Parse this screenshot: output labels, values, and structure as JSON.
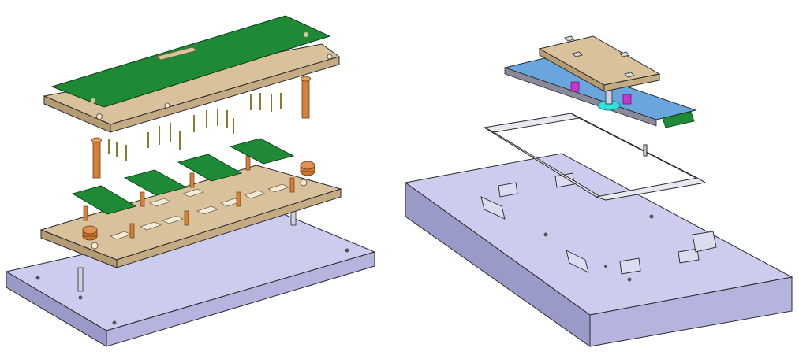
{
  "figure": {
    "left_assembly": {
      "parts": [
        "base-plate",
        "locating-pins",
        "spring-probe-plate",
        "green-probe-boards",
        "brass-bushings",
        "pogo-pins",
        "top-pressing-plate",
        "top-green-pcb",
        "guide-posts"
      ]
    },
    "right_assembly": {
      "parts": [
        "base-block",
        "locator-blocks",
        "metal-frame",
        "lcd-panel",
        "panel-flex-connector",
        "tan-press-block",
        "press-nuts",
        "magenta-spacers",
        "cyan-suction-cup",
        "guide-pin"
      ]
    },
    "colors": {
      "background": "#ffffff",
      "plate_top": "#d9c19c",
      "plate_side": "#b49b74",
      "pcb": "#1e8a36",
      "base_top": "#ccccee",
      "base_side": "#9a9ac8",
      "brass": "#c9742e",
      "probe": "#c9b460",
      "lcd": "#6aa6de",
      "frame": "#e8e8f0",
      "spacer": "#cc33cc",
      "cup": "#33e0dc",
      "outline": "#2a2a2a"
    }
  }
}
